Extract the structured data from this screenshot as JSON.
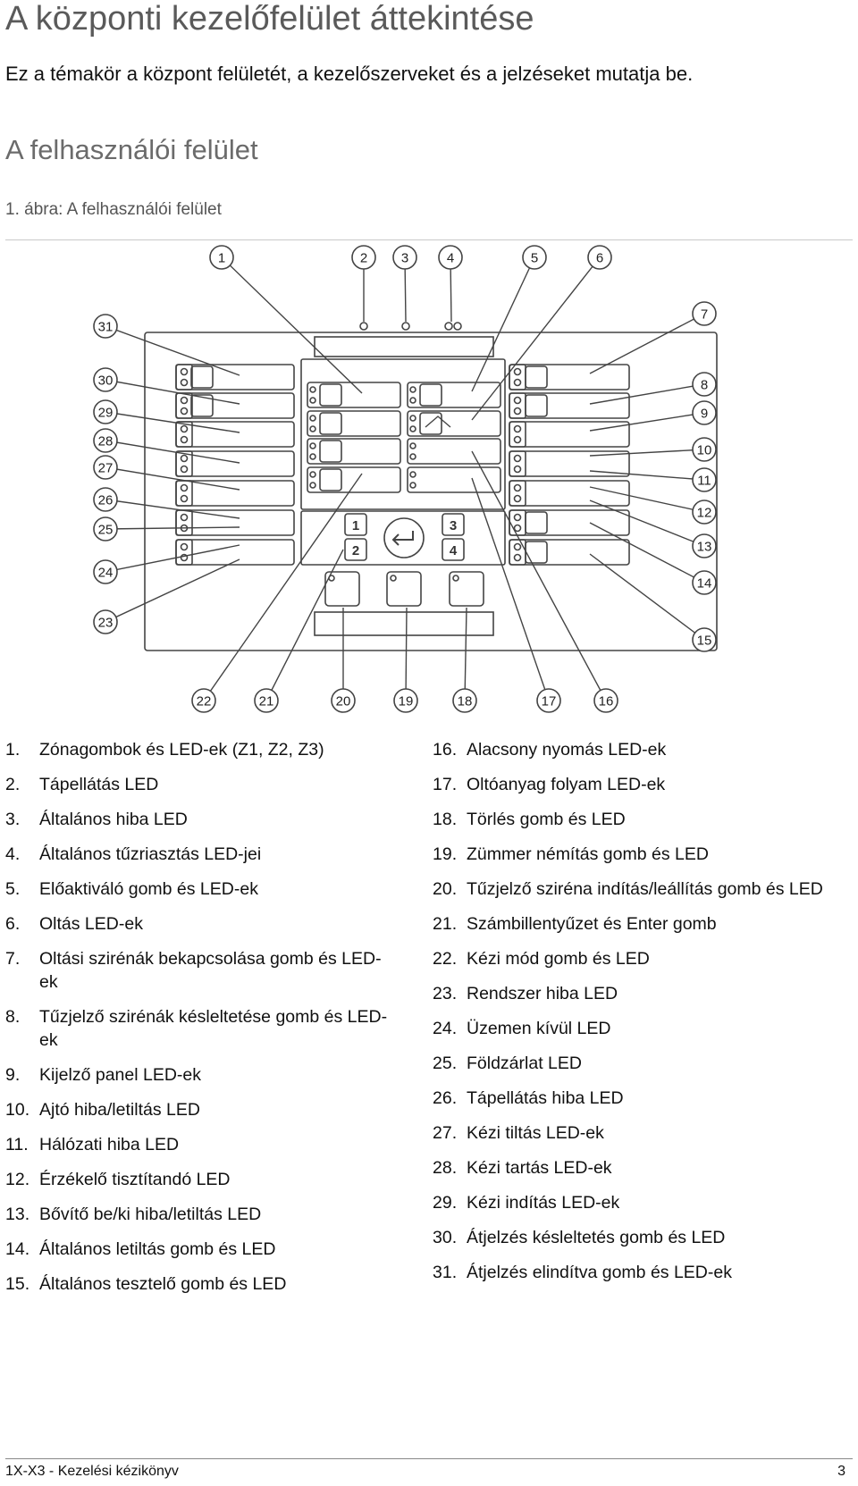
{
  "title": "A központi kezelőfelület áttekintése",
  "intro": "Ez a témakör a központ felületét, a kezelőszerveket és a jelzéseket mutatja be.",
  "section_title": "A felhasználói felület",
  "figure_caption": "1. ábra: A felhasználói felület",
  "callouts": [
    "1",
    "2",
    "3",
    "4",
    "5",
    "6",
    "7",
    "8",
    "9",
    "10",
    "11",
    "12",
    "13",
    "14",
    "15",
    "16",
    "17",
    "18",
    "19",
    "20",
    "21",
    "22",
    "23",
    "24",
    "25",
    "26",
    "27",
    "28",
    "29",
    "30",
    "31"
  ],
  "keypad": [
    "1",
    "2",
    "3",
    "4"
  ],
  "legend_left": [
    {
      "num": "1.",
      "text": "Zónagombok és LED-ek (Z1, Z2, Z3)"
    },
    {
      "num": "2.",
      "text": "Tápellátás LED"
    },
    {
      "num": "3.",
      "text": "Általános hiba LED"
    },
    {
      "num": "4.",
      "text": "Általános tűzriasztás LED-jei"
    },
    {
      "num": "5.",
      "text": "Előaktiváló gomb és LED-ek"
    },
    {
      "num": "6.",
      "text": "Oltás LED-ek"
    },
    {
      "num": "7.",
      "text": "Oltási szirénák bekapcsolása gomb és LED-ek"
    },
    {
      "num": "8.",
      "text": "Tűzjelző szirénák késleltetése gomb és LED-ek"
    },
    {
      "num": "9.",
      "text": "Kijelző panel LED-ek"
    },
    {
      "num": "10.",
      "text": "Ajtó hiba/letiltás LED"
    },
    {
      "num": "11.",
      "text": "Hálózati hiba LED"
    },
    {
      "num": "12.",
      "text": "Érzékelő tisztítandó LED"
    },
    {
      "num": "13.",
      "text": "Bővítő be/ki hiba/letiltás LED"
    },
    {
      "num": "14.",
      "text": "Általános letiltás gomb és LED"
    },
    {
      "num": "15.",
      "text": "Általános tesztelő gomb és LED"
    }
  ],
  "legend_right": [
    {
      "num": "16.",
      "text": "Alacsony nyomás LED-ek"
    },
    {
      "num": "17.",
      "text": "Oltóanyag folyam LED-ek"
    },
    {
      "num": "18.",
      "text": "Törlés gomb és LED"
    },
    {
      "num": "19.",
      "text": "Zümmer némítás gomb és LED"
    },
    {
      "num": "20.",
      "text": "Tűzjelző sziréna indítás/leállítás gomb és LED"
    },
    {
      "num": "21.",
      "text": "Számbillentyűzet és Enter gomb"
    },
    {
      "num": "22.",
      "text": "Kézi mód gomb és LED"
    },
    {
      "num": "23.",
      "text": "Rendszer hiba LED"
    },
    {
      "num": "24.",
      "text": "Üzemen kívül LED"
    },
    {
      "num": "25.",
      "text": "Földzárlat LED"
    },
    {
      "num": "26.",
      "text": "Tápellátás hiba LED"
    },
    {
      "num": "27.",
      "text": "Kézi tiltás LED-ek"
    },
    {
      "num": "28.",
      "text": "Kézi tartás LED-ek"
    },
    {
      "num": "29.",
      "text": "Kézi indítás LED-ek"
    },
    {
      "num": "30.",
      "text": "Átjelzés késleltetés gomb és LED"
    },
    {
      "num": "31.",
      "text": "Átjelzés elindítva gomb és LED-ek"
    }
  ],
  "footer": {
    "left": "1X-X3 - Kezelési kézikönyv",
    "right": "3"
  }
}
